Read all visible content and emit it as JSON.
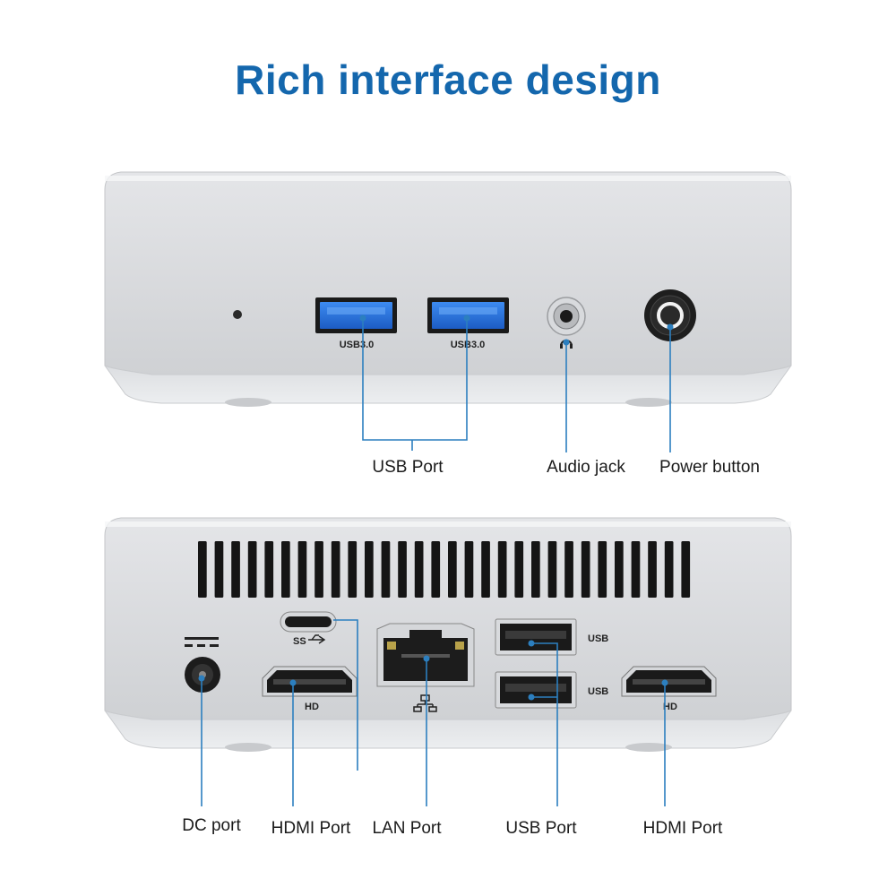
{
  "title": "Rich interface design",
  "front_panel": {
    "port_labels": {
      "usb_a_1": "USB3.0",
      "usb_a_2": "USB3.0"
    },
    "callouts": {
      "usb_port": "USB Port",
      "audio_jack": "Audio jack",
      "power_button": "Power button"
    }
  },
  "rear_panel": {
    "port_labels": {
      "usbc": "SS",
      "hdmi_left": "HD",
      "usb_top": "USB",
      "usb_bottom": "USB",
      "hdmi_right": "HD"
    },
    "callouts": {
      "dc_port": "DC port",
      "hdmi_port_left": "HDMI Port",
      "lan_port": "LAN Port",
      "usb_port": "USB Port",
      "hdmi_port_right": "HDMI Port"
    }
  },
  "colors": {
    "title": "#1467ad",
    "callout_line": "#2c7fbf",
    "usb_blue": "#2a6fd6"
  }
}
